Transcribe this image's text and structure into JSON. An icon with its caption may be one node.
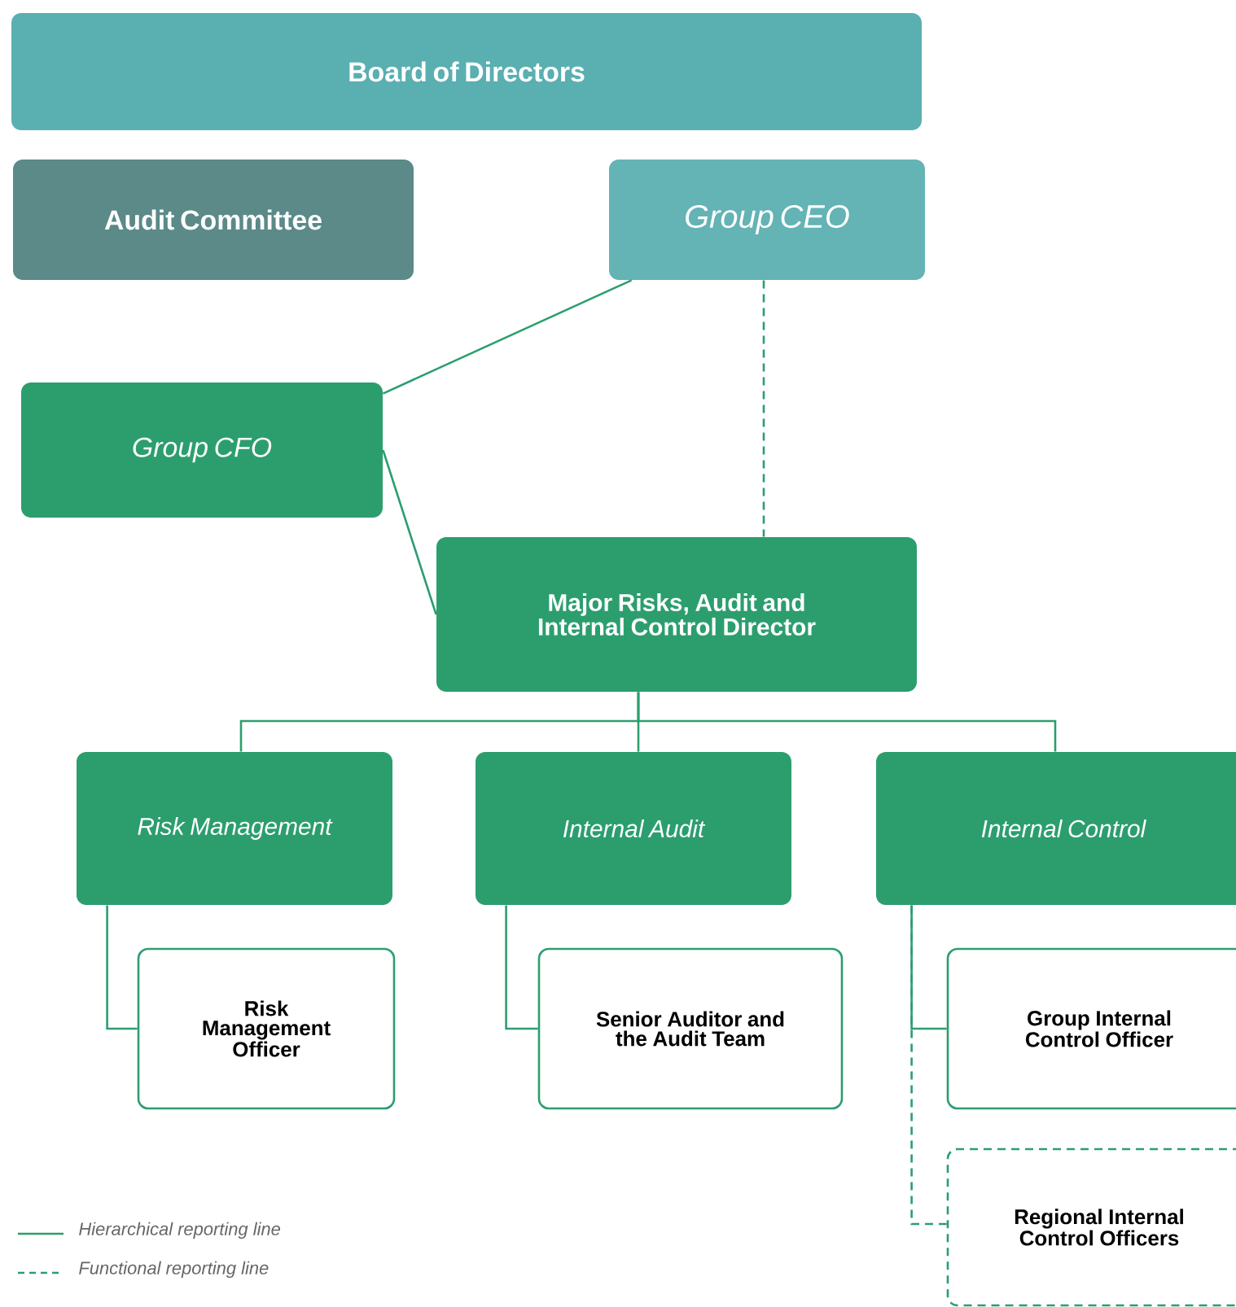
{
  "diagram": {
    "nodes": [
      {
        "text": [
          "Board of Directors"
        ]
      },
      {
        "text": [
          "Audit Committee"
        ]
      },
      {
        "text": [
          "Group CEO"
        ]
      },
      {
        "text": [
          "Group CFO"
        ]
      },
      {
        "text": [
          "Major Risks, Audit and Internal Control Director"
        ]
      },
      {
        "text": [
          "Risk Management"
        ]
      },
      {
        "text": [
          "Internal Audit"
        ]
      },
      {
        "text": [
          "Internal Control"
        ]
      },
      {
        "text": [
          "Risk Management Officer"
        ]
      },
      {
        "text": [
          "Senior Auditor and the Audit Team"
        ]
      },
      {
        "text": [
          "Group Internal Control Officer"
        ]
      },
      {
        "text": [
          "Regional Internal Control Officers"
        ]
      }
    ],
    "edges": [
      {
        "from": 2,
        "to": 3,
        "arrow": "none"
      },
      {
        "from": 3,
        "to": 4,
        "arrow": "none"
      },
      {
        "from": 2,
        "to": 4,
        "arrow": "none",
        "style": "dashed"
      },
      {
        "from": 4,
        "to": 5,
        "arrow": "none"
      },
      {
        "from": 4,
        "to": 6,
        "arrow": "none"
      },
      {
        "from": 4,
        "to": 7,
        "arrow": "none"
      },
      {
        "from": 5,
        "to": 8,
        "arrow": "none"
      },
      {
        "from": 6,
        "to": 9,
        "arrow": "none"
      },
      {
        "from": 7,
        "to": 10,
        "arrow": "none"
      },
      {
        "from": 7,
        "to": 11,
        "arrow": "none",
        "style": "dashed"
      }
    ],
    "legend": [
      {
        "text": "Hierarchical reporting line"
      },
      {
        "text": "Functional reporting line"
      }
    ]
  }
}
